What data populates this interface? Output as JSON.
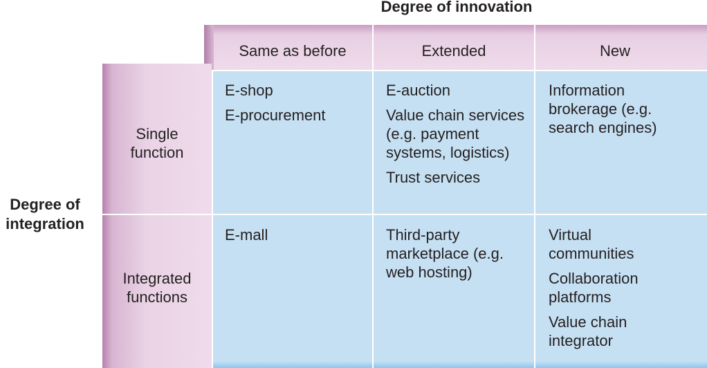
{
  "axis": {
    "columns_title": "Degree of innovation",
    "rows_title": "Degree of integration"
  },
  "columns": [
    "Same as before",
    "Extended",
    "New"
  ],
  "rows": [
    "Single function",
    "Integrated functions"
  ],
  "cells": {
    "single_same": [
      "E-shop",
      "E-procurement"
    ],
    "single_extended": [
      "E-auction",
      "Value chain services (e.g. payment systems, logistics)",
      "Trust services"
    ],
    "single_new": [
      "Information brokerage (e.g. search engines)"
    ],
    "integrated_same": [
      "E-mall"
    ],
    "integrated_extended": [
      "Third-party marketplace (e.g. web hosting)"
    ],
    "integrated_new": [
      "Virtual communities",
      "Collaboration platforms",
      "Value chain integrator"
    ]
  },
  "colors": {
    "header_pink": "#efdbeb",
    "bevel_pink": "#b781ae",
    "cell_blue": "#c6e0f3",
    "text": "#231f20"
  }
}
